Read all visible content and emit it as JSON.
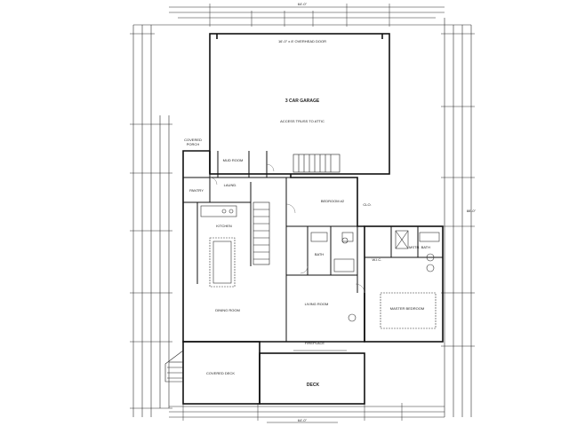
{
  "rooms": {
    "garage": "3 CAR GARAGE",
    "garage_door_note": "16'-0\" x 8' OVERHEAD DOOR",
    "garage_note": "ACCESS TRUSS TO ATTIC",
    "covered_porch": "COVERED PORCH",
    "mud_room": "MUD ROOM",
    "laundry": "LAUND.",
    "pantry": "PANTRY",
    "kitchen": "KITCHEN",
    "dining": "DINING ROOM",
    "living": "LIVING ROOM",
    "bedroom2": "BEDROOM #2",
    "bath": "BATH",
    "wic": "W.I.C.",
    "master_bath": "MSTR. BATH",
    "master_bedroom": "MASTER BEDROOM",
    "covered_deck": "COVERED DECK",
    "deck": "DECK",
    "fireplace_note": "FIREPLACE",
    "closet": "CLO."
  },
  "dimensions": {
    "top_overall": "64'-0\"",
    "right_overall": "88'-0\"",
    "bottom_overall": "64'-0\""
  },
  "colors": {
    "line": "#2a2a2a",
    "wall": "#111111",
    "background": "#ffffff"
  }
}
